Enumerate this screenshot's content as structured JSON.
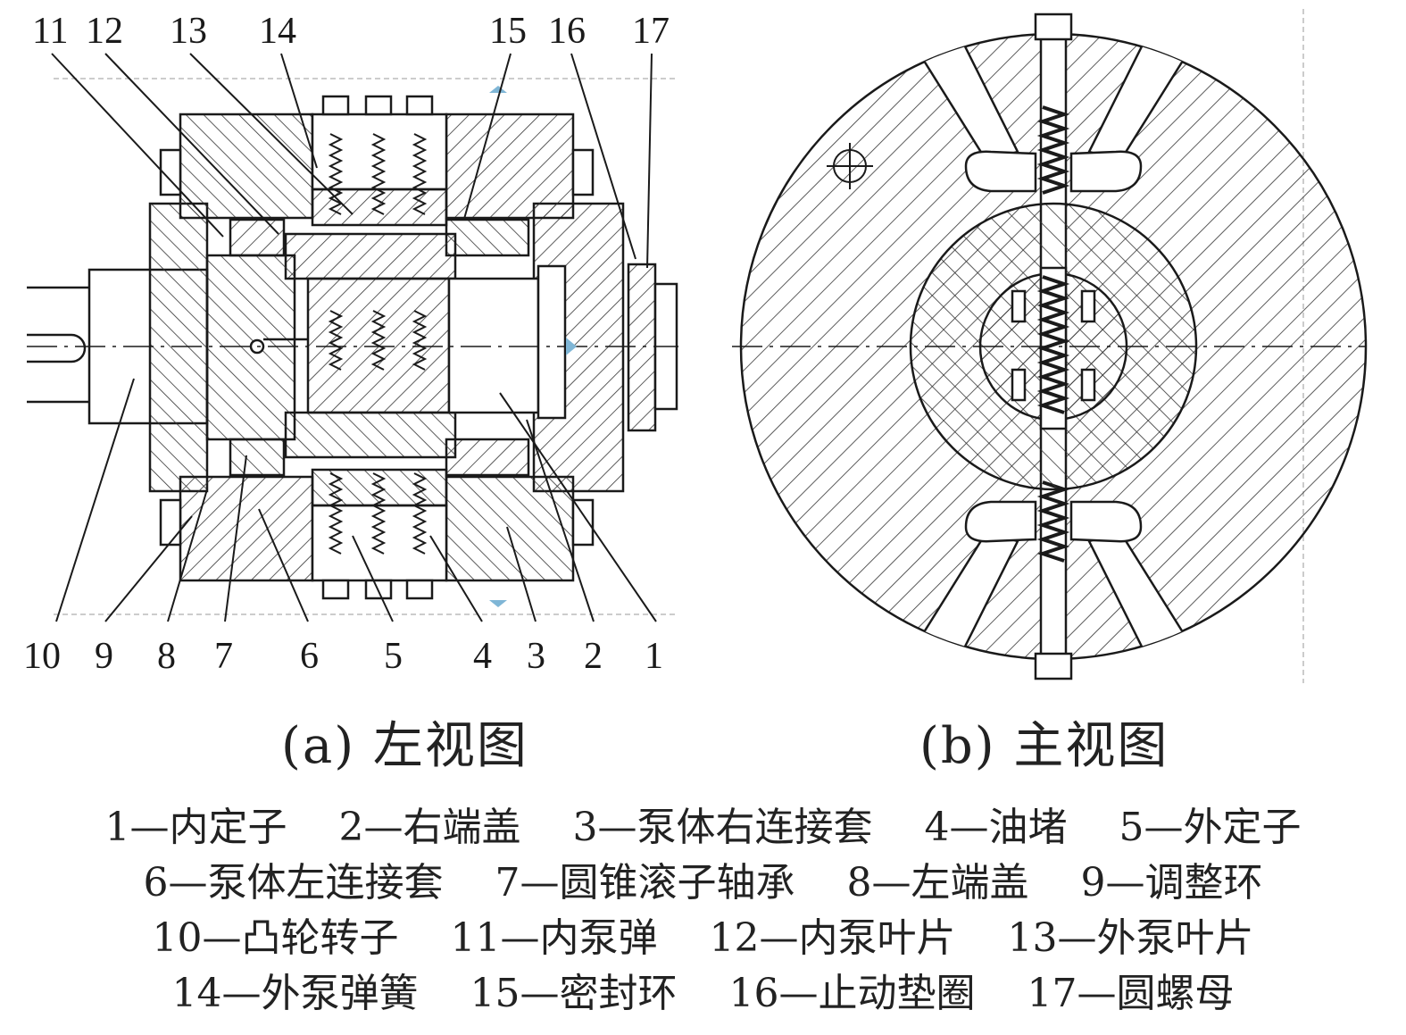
{
  "view_a": {
    "caption": "(a) 左视图",
    "top_labels": [
      "11",
      "12",
      "13",
      "14",
      "15",
      "16",
      "17"
    ],
    "bottom_labels": [
      "10",
      "9",
      "8",
      "7",
      "6",
      "5",
      "4",
      "3",
      "2",
      "1"
    ]
  },
  "view_b": {
    "caption": "(b) 主视图"
  },
  "legend": {
    "lines": [
      [
        "1—内定子",
        "2—右端盖",
        "3—泵体右连接套",
        "4—油堵",
        "5—外定子"
      ],
      [
        "6—泵体左连接套",
        "7—圆锥滚子轴承",
        "8—左端盖",
        "9—调整环"
      ],
      [
        "10—凸轮转子",
        "11—内泵弹",
        "12—内泵叶片",
        "13—外泵叶片"
      ],
      [
        "14—外泵弹簧",
        "15—密封环",
        "16—止动垫圈",
        "17—圆螺母"
      ]
    ]
  }
}
